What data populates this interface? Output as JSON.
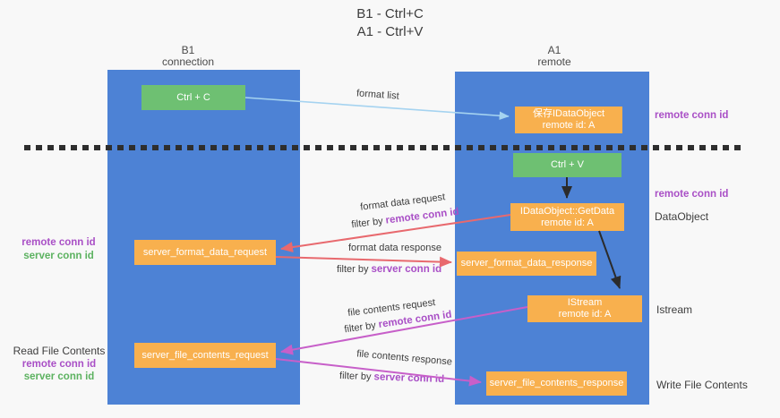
{
  "title": {
    "line1": "B1 - Ctrl+C",
    "line2": "A1 - Ctrl+V"
  },
  "lanes": {
    "b1": {
      "name": "B1",
      "subtitle": "connection"
    },
    "a1": {
      "name": "A1",
      "subtitle": "remote"
    }
  },
  "boxes": {
    "ctrl_c": {
      "label": "Ctrl + C"
    },
    "save_idataobject": {
      "line1": "保存IDataObject",
      "line2": "remote id: A"
    },
    "ctrl_v": {
      "label": "Ctrl + V"
    },
    "idataobject_getdata": {
      "line1": "IDataObject::GetData",
      "line2": "remote id: A"
    },
    "server_format_data_request": {
      "label": "server_format_data_request"
    },
    "server_format_data_response": {
      "label": "server_format_data_response"
    },
    "istream": {
      "line1": "IStream",
      "line2": "remote id: A"
    },
    "server_file_contents_request": {
      "label": "server_file_contents_request"
    },
    "server_file_contents_response": {
      "label": "server_file_contents_response"
    }
  },
  "edge_labels": {
    "format_list": "format list",
    "format_data_request": "format data request",
    "format_data_response": "format data response",
    "file_contents_request": "file contents request",
    "file_contents_response": "file contents response"
  },
  "shared": {
    "filter_by": "filter by ",
    "remote_conn_id": "remote conn id",
    "server_conn_id": "server conn id"
  },
  "annotations": {
    "right_remote_conn_id_top": "remote conn id",
    "right_remote_conn_id_mid": "remote conn id",
    "right_dataobject": "DataObject",
    "right_istream": "Istream",
    "right_write_file_contents": "Write File Contents",
    "left_read_file_contents": "Read File Contents"
  },
  "colors": {
    "lane_blue": "#4d82d5",
    "box_green": "#6ec072",
    "box_orange": "#f8b04e",
    "arrow_light_blue": "#a5d3f0",
    "arrow_salmon": "#e8696e",
    "arrow_magenta": "#c75fc9",
    "arrow_black": "#2b2b2b",
    "label_purple": "#a94fc6",
    "label_green": "#5cb260",
    "text_dark": "#3d3d3d"
  }
}
